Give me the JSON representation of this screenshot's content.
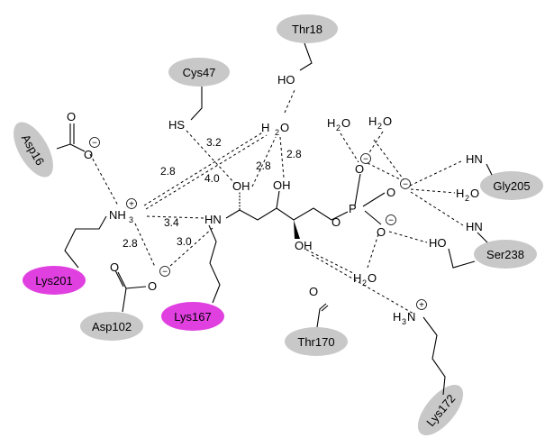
{
  "residues": {
    "thr18": "Thr18",
    "cys47": "Cys47",
    "asp16": "Asp16",
    "lys201": "Lys201",
    "asp102": "Asp102",
    "lys167": "Lys167",
    "thr170": "Thr170",
    "gly205": "Gly205",
    "ser238": "Ser238",
    "lys172": "Lys172"
  },
  "residue_colors": {
    "grey": "#c8c8c8",
    "magenta": "#e040e0"
  },
  "atoms": {
    "ho_thr18": "HO",
    "sh": "HS",
    "water_center": "H",
    "water_center_o": "O",
    "sub": "2",
    "water_p1": "H",
    "water_p2": "H",
    "water_p3": "H",
    "water_bottom": "H",
    "o_letter": "O",
    "nh3": "NH",
    "nh3_sub": "3",
    "hn": "HN",
    "oh": "OH",
    "p": "P",
    "o": "O",
    "hn_gly": "HN",
    "hn_ser": "HN",
    "ho_ser": "HO",
    "h3n": "H",
    "h3n_sub": "3",
    "h3n_n": "N",
    "carbonyl_o": "O",
    "plus": "+",
    "minus": "−"
  },
  "distances": {
    "d_cys_oh": "3.2",
    "d_asp_nh3": "2.8",
    "d_water_oh_40": "4.0",
    "d_water_oh_28": "2.8",
    "d_water_thr": "2.8",
    "d_nh3_hn": "3.4",
    "d_nh3_asp102": "2.8",
    "d_hn_asp102": "3.0"
  }
}
